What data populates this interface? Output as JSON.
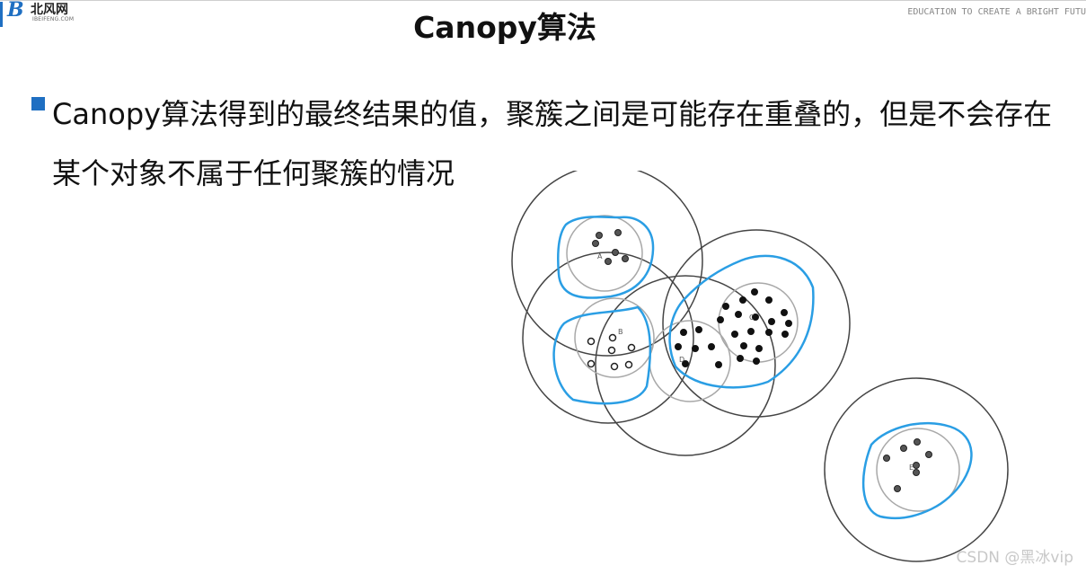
{
  "logo": {
    "mark": "B",
    "cn_text": "北风网",
    "en_text": "IBEIFENG.COM"
  },
  "header": {
    "title": "Canopy算法",
    "slogan": "EDUCATION TO CREATE A BRIGHT FUTU"
  },
  "content": {
    "bullet_text": "Canopy算法得到的最终结果的值，聚簇之间是可能存在重叠的，但是不会存在某个对象不属于任何聚簇的情况"
  },
  "diagram": {
    "point_labels": [
      "A",
      "B",
      "C",
      "D",
      "E"
    ],
    "colors": {
      "outer_circle": "#444444",
      "inner_circle": "#a8a8a8",
      "highlight": "#2a9ee4",
      "point": "#222222"
    }
  },
  "watermark": "CSDN @黑冰vip"
}
